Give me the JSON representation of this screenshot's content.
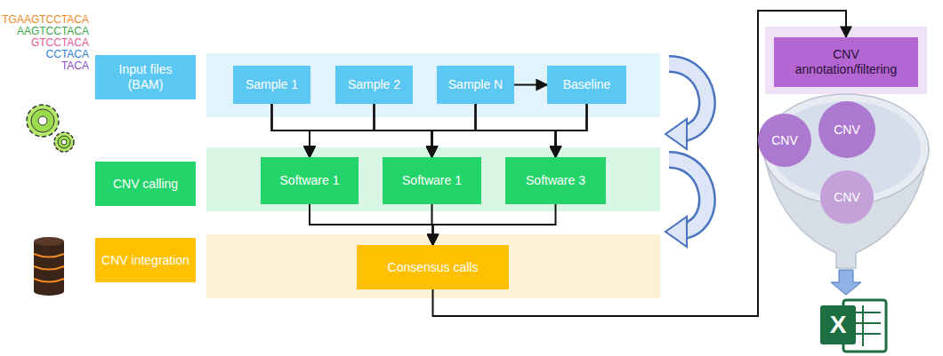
{
  "diagram": {
    "nodes": [
      {
        "text": [
          "Input files (BAM)"
        ]
      },
      {
        "text": [
          "Sample 1"
        ]
      },
      {
        "text": [
          "Sample 2"
        ]
      },
      {
        "text": [
          "Sample N"
        ]
      },
      {
        "text": [
          "Baseline"
        ]
      },
      {
        "text": [
          "CNV calling"
        ]
      },
      {
        "text": [
          "Software 1"
        ]
      },
      {
        "text": [
          "Software 1"
        ]
      },
      {
        "text": [
          "Software 3"
        ]
      },
      {
        "text": [
          "CNV integration"
        ]
      },
      {
        "text": [
          "Consensus calls"
        ]
      },
      {
        "text": [
          "CNV annotation/filtering"
        ]
      },
      {
        "text": [
          "CNV"
        ]
      },
      {
        "text": [
          "CNV"
        ]
      },
      {
        "text": [
          "CNV"
        ]
      }
    ],
    "edges": [
      {
        "from": 3,
        "to": 4,
        "arrow": "to"
      },
      {
        "from": 1,
        "to": 6,
        "arrow": "to"
      },
      {
        "from": 1,
        "to": 7,
        "arrow": "to"
      },
      {
        "from": 1,
        "to": 8,
        "arrow": "to"
      },
      {
        "from": 2,
        "to": 6,
        "arrow": "to"
      },
      {
        "from": 2,
        "to": 7,
        "arrow": "to"
      },
      {
        "from": 2,
        "to": 8,
        "arrow": "to"
      },
      {
        "from": 3,
        "to": 6,
        "arrow": "to"
      },
      {
        "from": 3,
        "to": 7,
        "arrow": "to"
      },
      {
        "from": 3,
        "to": 8,
        "arrow": "to"
      },
      {
        "from": 4,
        "to": 6,
        "arrow": "to"
      },
      {
        "from": 4,
        "to": 7,
        "arrow": "to"
      },
      {
        "from": 4,
        "to": 8,
        "arrow": "to"
      },
      {
        "from": 6,
        "to": 10,
        "arrow": "to"
      },
      {
        "from": 7,
        "to": 10,
        "arrow": "to"
      },
      {
        "from": 8,
        "to": 10,
        "arrow": "to"
      },
      {
        "from": 10,
        "to": 11,
        "arrow": "to"
      }
    ],
    "labels": [
      "TGAAGTCCTACA",
      "AAGTCCTACA",
      "GTCCTACA",
      "CCTACA",
      "TACA",
      "X"
    ]
  }
}
